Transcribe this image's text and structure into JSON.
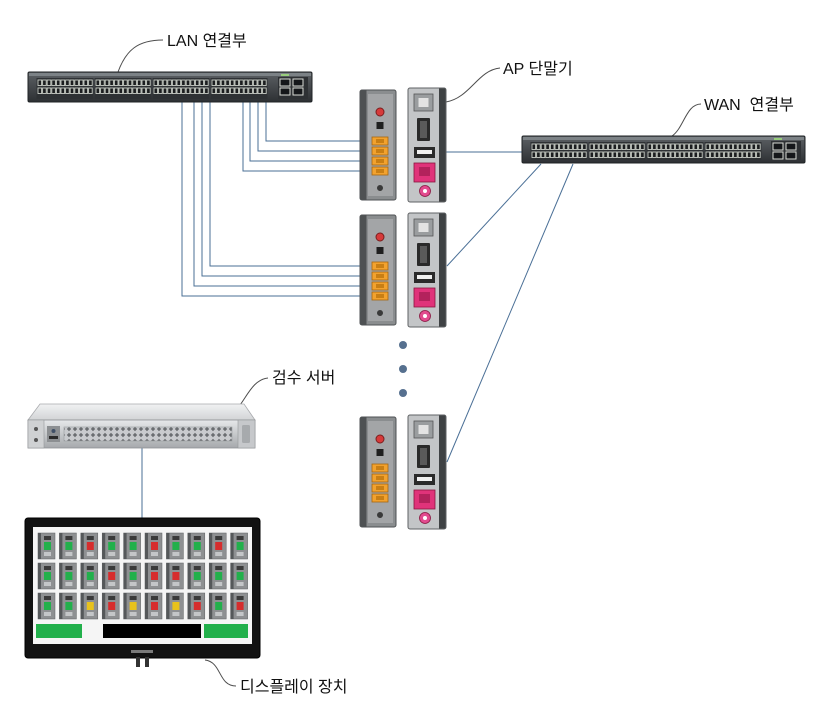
{
  "labels": {
    "lan_switch": "LAN 연결부",
    "ap_terminal": "AP 단말기",
    "wan_switch": "WAN  연결부",
    "inspection_server": "검수 서버",
    "display_device": "디스플레이 장치"
  },
  "colors": {
    "link": "#4a6f96",
    "callout": "#4d4d4d",
    "ellipsis_dot": "#56708f",
    "ap_lan_port": "#f2a22e",
    "ap_wan_port": "#e0337a",
    "ap_power_button": "#d63a3a",
    "screen_ok": "#22b04b",
    "screen_ng": "#d62d2d",
    "screen_warn": "#e8c21c",
    "screen_bar": "#000000"
  },
  "screen_cells": [
    [
      "#22b04b",
      "#22b04b",
      "#d62d2d",
      "#22b04b",
      "#22b04b",
      "#d62d2d",
      "#22b04b",
      "#22b04b",
      "#d62d2d",
      "#22b04b"
    ],
    [
      "#22b04b",
      "#22b04b",
      "#22b04b",
      "#d62d2d",
      "#22b04b",
      "#d62d2d",
      "#d62d2d",
      "#22b04b",
      "#22b04b",
      "#22b04b"
    ],
    [
      "#22b04b",
      "#22b04b",
      "#e8c21c",
      "#d62d2d",
      "#e8c21c",
      "#d62d2d",
      "#e8c21c",
      "#d62d2d",
      "#22b04b",
      "#d62d2d"
    ]
  ]
}
